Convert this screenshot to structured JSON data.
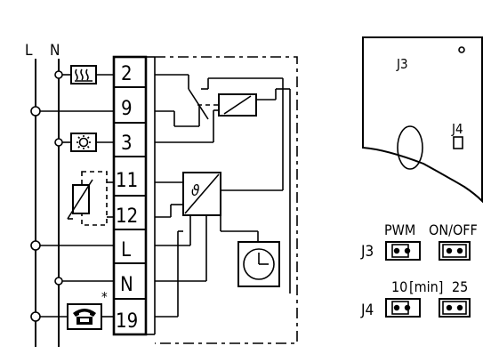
{
  "supply": {
    "line": "L",
    "neutral": "N"
  },
  "terminals": [
    "2",
    "9",
    "3",
    "11",
    "12",
    "L",
    "N",
    "19"
  ],
  "symbols": {
    "heating": "heating-symbol",
    "cooling": "cooling-symbol",
    "sensor": "thermistor-symbol",
    "phone": "telephone-icon",
    "controller": "ϑ",
    "clock": "clock-icon"
  },
  "phone_note": "*",
  "board": {
    "j3_label": "J3",
    "j4_label": "J4"
  },
  "jumpers": {
    "j3": {
      "label": "J3",
      "left": "PWM",
      "right": "ON/OFF"
    },
    "j4": {
      "label": "J4",
      "left": "10",
      "middle": "[min]",
      "right": "25"
    }
  }
}
